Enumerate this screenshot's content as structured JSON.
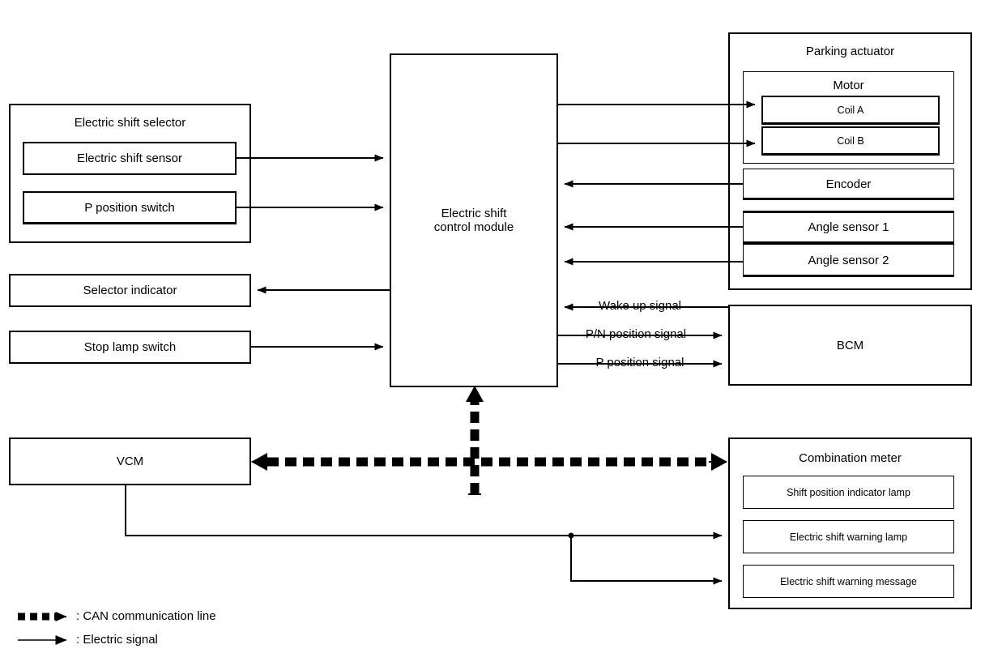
{
  "diagram": {
    "title": "Electric shift system block diagram",
    "stroke_color": "#000000",
    "background_color": "#ffffff"
  },
  "blocks": {
    "electric_shift_selector": {
      "label": "Electric shift selector",
      "children": [
        {
          "label": "Electric shift sensor"
        },
        {
          "label": "P position switch"
        }
      ]
    },
    "selector_indicator": {
      "label": "Selector indicator"
    },
    "stop_lamp_switch": {
      "label": "Stop lamp switch"
    },
    "vcm": {
      "label": "VCM"
    },
    "control_module": {
      "label": "Electric shift\ncontrol module"
    },
    "parking_actuator": {
      "label": "Parking actuator",
      "motor": {
        "label": "Motor",
        "coils": [
          {
            "label": "Coil A"
          },
          {
            "label": "Coil B"
          }
        ]
      },
      "encoder": {
        "label": "Encoder"
      },
      "angle_sensors": [
        {
          "label": "Angle sensor 1"
        },
        {
          "label": "Angle sensor 2"
        }
      ]
    },
    "bcm": {
      "label": "BCM"
    },
    "combination_meter": {
      "label": "Combination meter",
      "children": [
        {
          "label": "Shift position indicator lamp"
        },
        {
          "label": "Electric shift warning lamp"
        },
        {
          "label": "Electric shift warning message"
        }
      ]
    }
  },
  "signal_labels": {
    "wake_up": "Wake up signal",
    "pn_position": "P/N position signal",
    "p_position": "P position signal"
  },
  "legend": {
    "can_line": ": CAN communication line",
    "electric_signal": ": Electric signal"
  }
}
